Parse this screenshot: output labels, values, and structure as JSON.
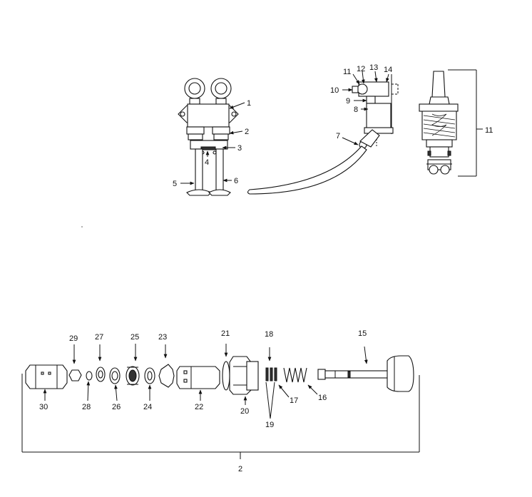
{
  "callouts_top": {
    "c1": "1",
    "c2": "2",
    "c3": "3",
    "c4": "4",
    "c5": "5",
    "c6": "6",
    "c7": "7",
    "c8": "8",
    "c9": "9",
    "c10": "10",
    "c11": "11",
    "c12": "12",
    "c13": "13",
    "c14": "14",
    "c11_section": "11"
  },
  "callouts_bottom": {
    "c15": "15",
    "c16": "16",
    "c17": "17",
    "c18": "18",
    "c19": "19",
    "c20": "20",
    "c21": "21",
    "c22": "22",
    "c23": "23",
    "c24": "24",
    "c25": "25",
    "c26": "26",
    "c27": "27",
    "c28": "28",
    "c29": "29",
    "c30": "30",
    "c2_assembly": "2"
  }
}
